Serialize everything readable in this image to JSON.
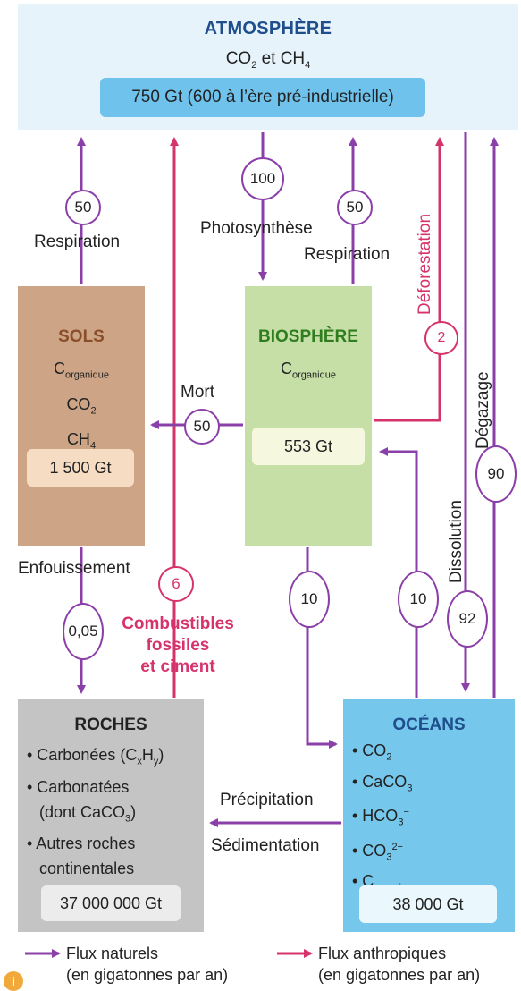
{
  "atmosphere": {
    "title": "ATMOSPHÈRE",
    "gases_prefix": "CO",
    "gases_sub": "2",
    "gases_mid": " et CH",
    "gases_sub2": "4",
    "value": "750 Gt (600 à l’ère pré-industrielle)"
  },
  "sols": {
    "title": "SOLS",
    "c": "C",
    "c_sub": "organique",
    "co2": "CO",
    "co2_sub": "2",
    "ch4": "CH",
    "ch4_sub": "4",
    "value": "1 500 Gt"
  },
  "biosphere": {
    "title": "BIOSPHÈRE",
    "c": "C",
    "c_sub": "organique",
    "value": "553 Gt"
  },
  "roches": {
    "title": "ROCHES",
    "item1_a": "• Carbonées (C",
    "item1_x": "x",
    "item1_h": "H",
    "item1_y": "y",
    "item1_b": ")",
    "item2_a": "• Carbonatées",
    "item2_b": "(dont CaCO",
    "item2_sub": "3",
    "item2_c": ")",
    "item3_a": "• Autres roches",
    "item3_b": "continentales",
    "value": "37 000 000 Gt"
  },
  "oceans": {
    "title": "OCÉANS",
    "co2": "• CO",
    "co2_sub": "2",
    "caco3": "• CaCO",
    "caco3_sub": "3",
    "hco3": "• HCO",
    "hco3_sub": "3",
    "hco3_sup": "−",
    "co3": "• CO",
    "co3_sub": "3",
    "co3_sup": "2−",
    "c": "• C",
    "c_sub": "organique",
    "value": "38 000 Gt"
  },
  "flows": {
    "respiration_sols": {
      "label": "Respiration",
      "value": "50"
    },
    "photosynthese": {
      "label": "Photosynthèse",
      "value": "100"
    },
    "respiration_bio": {
      "label": "Respiration",
      "value": "50"
    },
    "deforestation": {
      "label": "Déforestation",
      "value": "2"
    },
    "mort": {
      "label": "Mort",
      "value": "50"
    },
    "enfouissement": {
      "label": "Enfouissement",
      "value": "0,05"
    },
    "combustibles": {
      "label1": "Combustibles",
      "label2": "fossiles",
      "label3": "et ciment",
      "value": "6"
    },
    "bio_to_ocean": {
      "value": "10"
    },
    "ocean_to_bio": {
      "value": "10"
    },
    "dissolution": {
      "label": "Dissolution",
      "value": "92"
    },
    "degazage": {
      "label": "Dégazage",
      "value": "90"
    },
    "sedimentation": {
      "label1": "Précipitation",
      "label2": "Sédimentation"
    }
  },
  "legend": {
    "natural": "Flux naturels",
    "natural_unit": "(en gigatonnes par an)",
    "anthropic": "Flux anthropiques",
    "anthropic_unit": "(en gigatonnes par an)",
    "info_icon": "i"
  },
  "colors": {
    "natural_arrow": "#8b3fa8",
    "anthropic_arrow": "#d6336c",
    "atmosphere": "#e7f3fb",
    "sols": "#cda486",
    "biosphere": "#c5dfa6",
    "roches": "#c4c4c4",
    "oceans": "#76c7ec"
  }
}
